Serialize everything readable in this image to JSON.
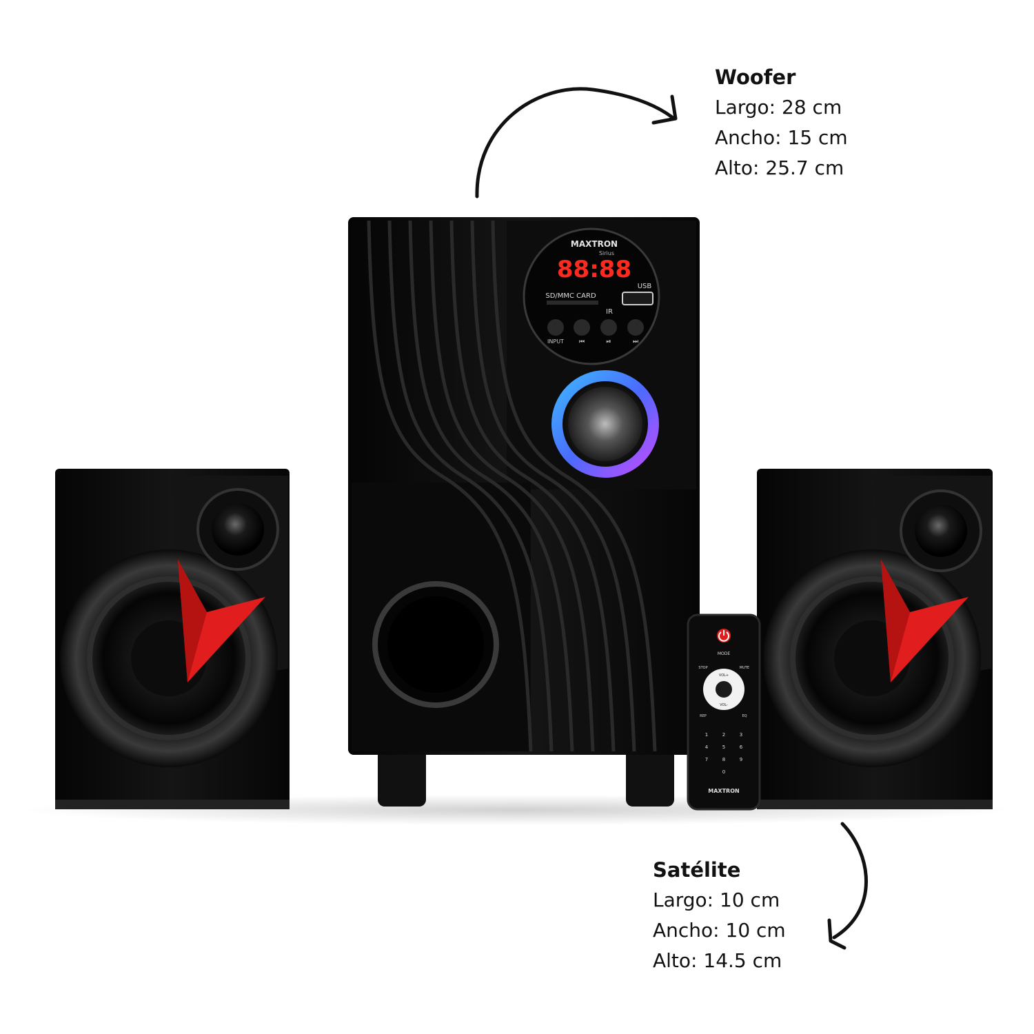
{
  "woofer": {
    "title": "Woofer",
    "lines": [
      "Largo: 28 cm",
      "Ancho: 15 cm",
      "Alto: 25.7 cm"
    ]
  },
  "satellite": {
    "title": "Satélite",
    "lines": [
      "Largo: 10 cm",
      "Ancho: 10 cm",
      "Alto: 14.5 cm"
    ]
  },
  "panel": {
    "brand": "MAXTRON",
    "model": "Sirius",
    "display": "88:88",
    "card_label": "SD/MMC CARD",
    "usb_label": "USB",
    "ir_label": "IR",
    "buttons": [
      "INPUT",
      "⏮",
      "⏯",
      "⏭"
    ]
  },
  "remote": {
    "mode": "MODE",
    "stop": "STOP",
    "mute": "MUTE",
    "vol_up": "VOL+",
    "vol_down": "VOL-",
    "rep": "REP",
    "eq": "EQ",
    "keys": [
      "1",
      "2",
      "3",
      "4",
      "5",
      "6",
      "7",
      "8",
      "9",
      "0"
    ],
    "brand": "MAXTRON"
  },
  "colors": {
    "cabinet": "#0b0b0b",
    "accent_red": "#e11d1d",
    "display_red": "#ff2a1f",
    "ring_blue": "#3a7bff",
    "ring_purple": "#b04cff"
  }
}
